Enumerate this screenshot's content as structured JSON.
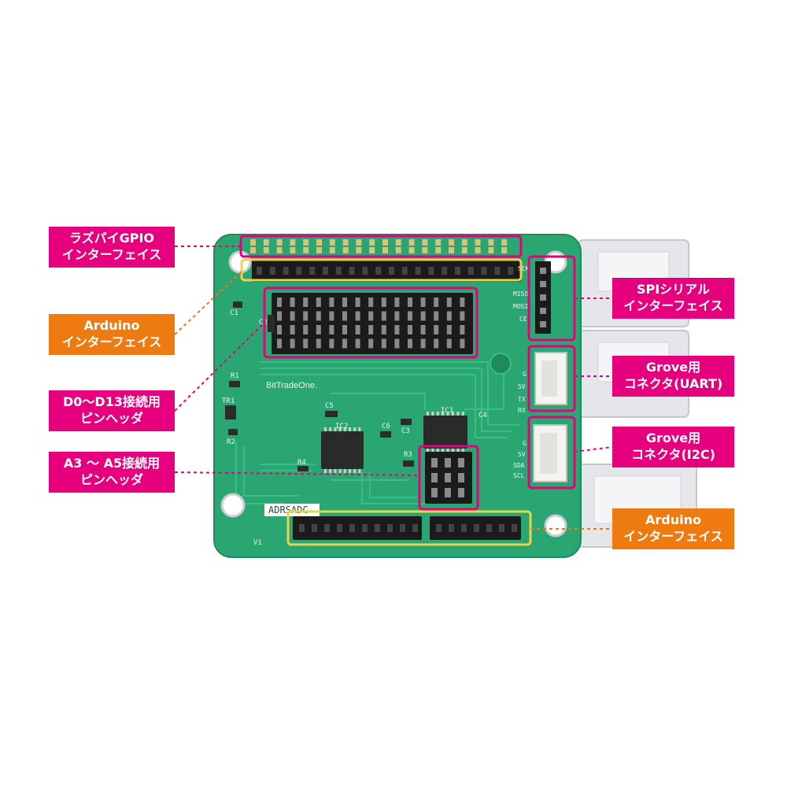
{
  "colors": {
    "magenta": "#e6007e",
    "orange": "#ee7a12",
    "yellow": "#e8d44c",
    "pcb": "#2aa673"
  },
  "board": {
    "logo": "BitTradeOne.",
    "model": "ADRSADC",
    "silk": {
      "c1": "C1",
      "r1": "R1",
      "r2": "R2",
      "tr1": "TR1",
      "r3": "R3",
      "r4": "R4",
      "c2": "C2",
      "c3": "C3",
      "c4": "C4",
      "c5": "C5",
      "c6": "C6",
      "ic1": "IC1",
      "ic2": "IC2",
      "v1": "V1",
      "sck": "SCK",
      "miso": "MISO",
      "mosi": "MOSI",
      "ce": "CE",
      "g": "G",
      "v5": "5V",
      "tx": "TX",
      "rx": "RX",
      "sda": "SDA",
      "scl": "SCL"
    }
  },
  "labels": {
    "gpio": {
      "line1": "ラズパイGPIO",
      "line2": "インターフェイス"
    },
    "arduino_top": {
      "line1": "Arduino",
      "line2": "インターフェイス"
    },
    "d0d13": {
      "line1": "D0～D13接続用",
      "line2": "ピンヘッダ"
    },
    "a3a5": {
      "line1": "A3 ～ A5接続用",
      "line2": "ピンヘッダ"
    },
    "spi": {
      "line1": "SPIシリアル",
      "line2": "インターフェイス"
    },
    "grove_uart": {
      "line1": "Grove用",
      "line2": "コネクタ(UART)"
    },
    "grove_i2c": {
      "line1": "Grove用",
      "line2": "コネクタ(I2C)"
    },
    "arduino_bottom": {
      "line1": "Arduino",
      "line2": "インターフェイス"
    }
  }
}
